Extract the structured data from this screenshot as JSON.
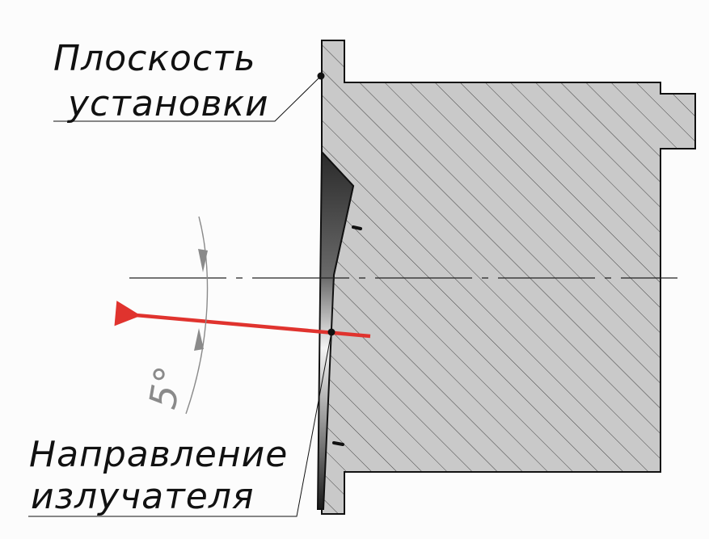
{
  "labels": {
    "plane_line1": "Плоскость",
    "plane_line2": "установки",
    "direction_line1": "Направление",
    "direction_line2": "излучателя",
    "angle": "5°"
  },
  "colors": {
    "background": "#fcfcfc",
    "body_fill": "#c9c9c9",
    "hatch": "#444444",
    "arrow": "#e0332e",
    "angle_dimension": "#8a8a8a",
    "outline": "#111111"
  }
}
